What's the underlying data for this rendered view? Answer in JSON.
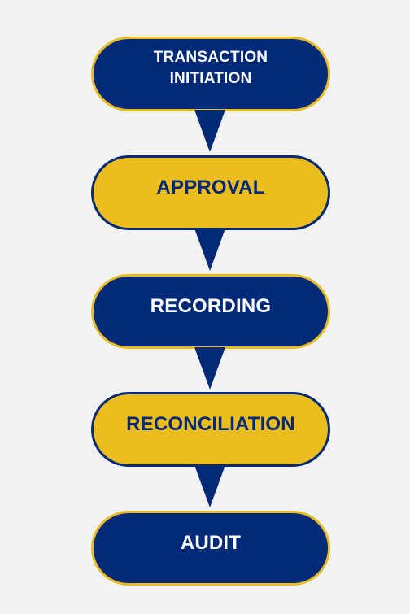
{
  "diagram": {
    "type": "flowchart",
    "steps": [
      {
        "label": "TRANSACTION\nINITIATION",
        "style": "dark"
      },
      {
        "label": "APPROVAL",
        "style": "light"
      },
      {
        "label": "RECORDING",
        "style": "dark"
      },
      {
        "label": "RECONCILIATION",
        "style": "light"
      },
      {
        "label": "AUDIT",
        "style": "dark"
      }
    ],
    "colors": {
      "navy": "#022a78",
      "gold": "#ebbd1f",
      "background": "#f2f2f2"
    }
  }
}
